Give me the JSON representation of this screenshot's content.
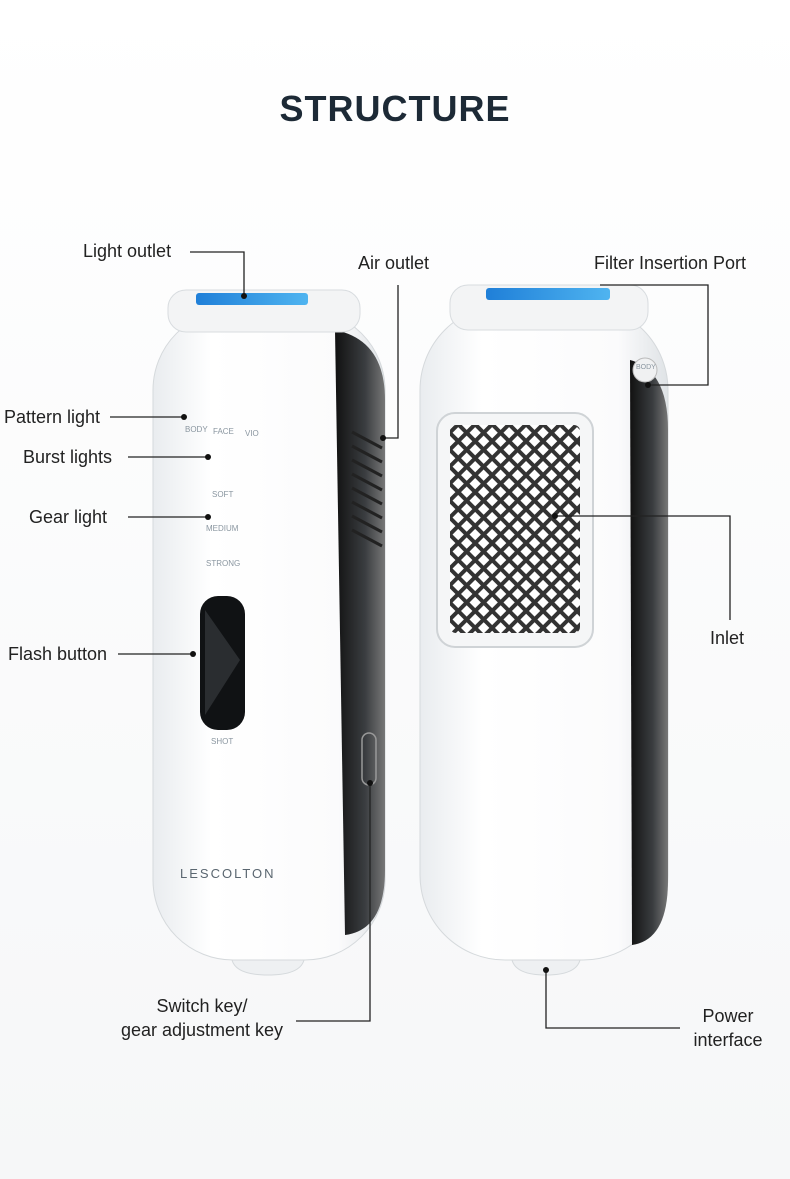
{
  "title": "STRUCTURE",
  "labels": {
    "light_outlet": "Light outlet",
    "air_outlet": "Air outlet",
    "filter_port": "Filter Insertion Port",
    "pattern_light": "Pattern light",
    "burst_lights": "Burst lights",
    "gear_light": "Gear light",
    "flash_button": "Flash button",
    "inlet": "Inlet",
    "switch_key_1": "Switch key/",
    "switch_key_2": "gear adjustment key",
    "power_1": "Power",
    "power_2": "interface"
  },
  "device": {
    "modes": [
      "BODY",
      "FACE",
      "VIO"
    ],
    "levels": [
      "SOFT",
      "MEDIUM",
      "STRONG"
    ],
    "shot": "SHOT",
    "brand": "LESCOLTON",
    "port_tag": "BODY"
  }
}
